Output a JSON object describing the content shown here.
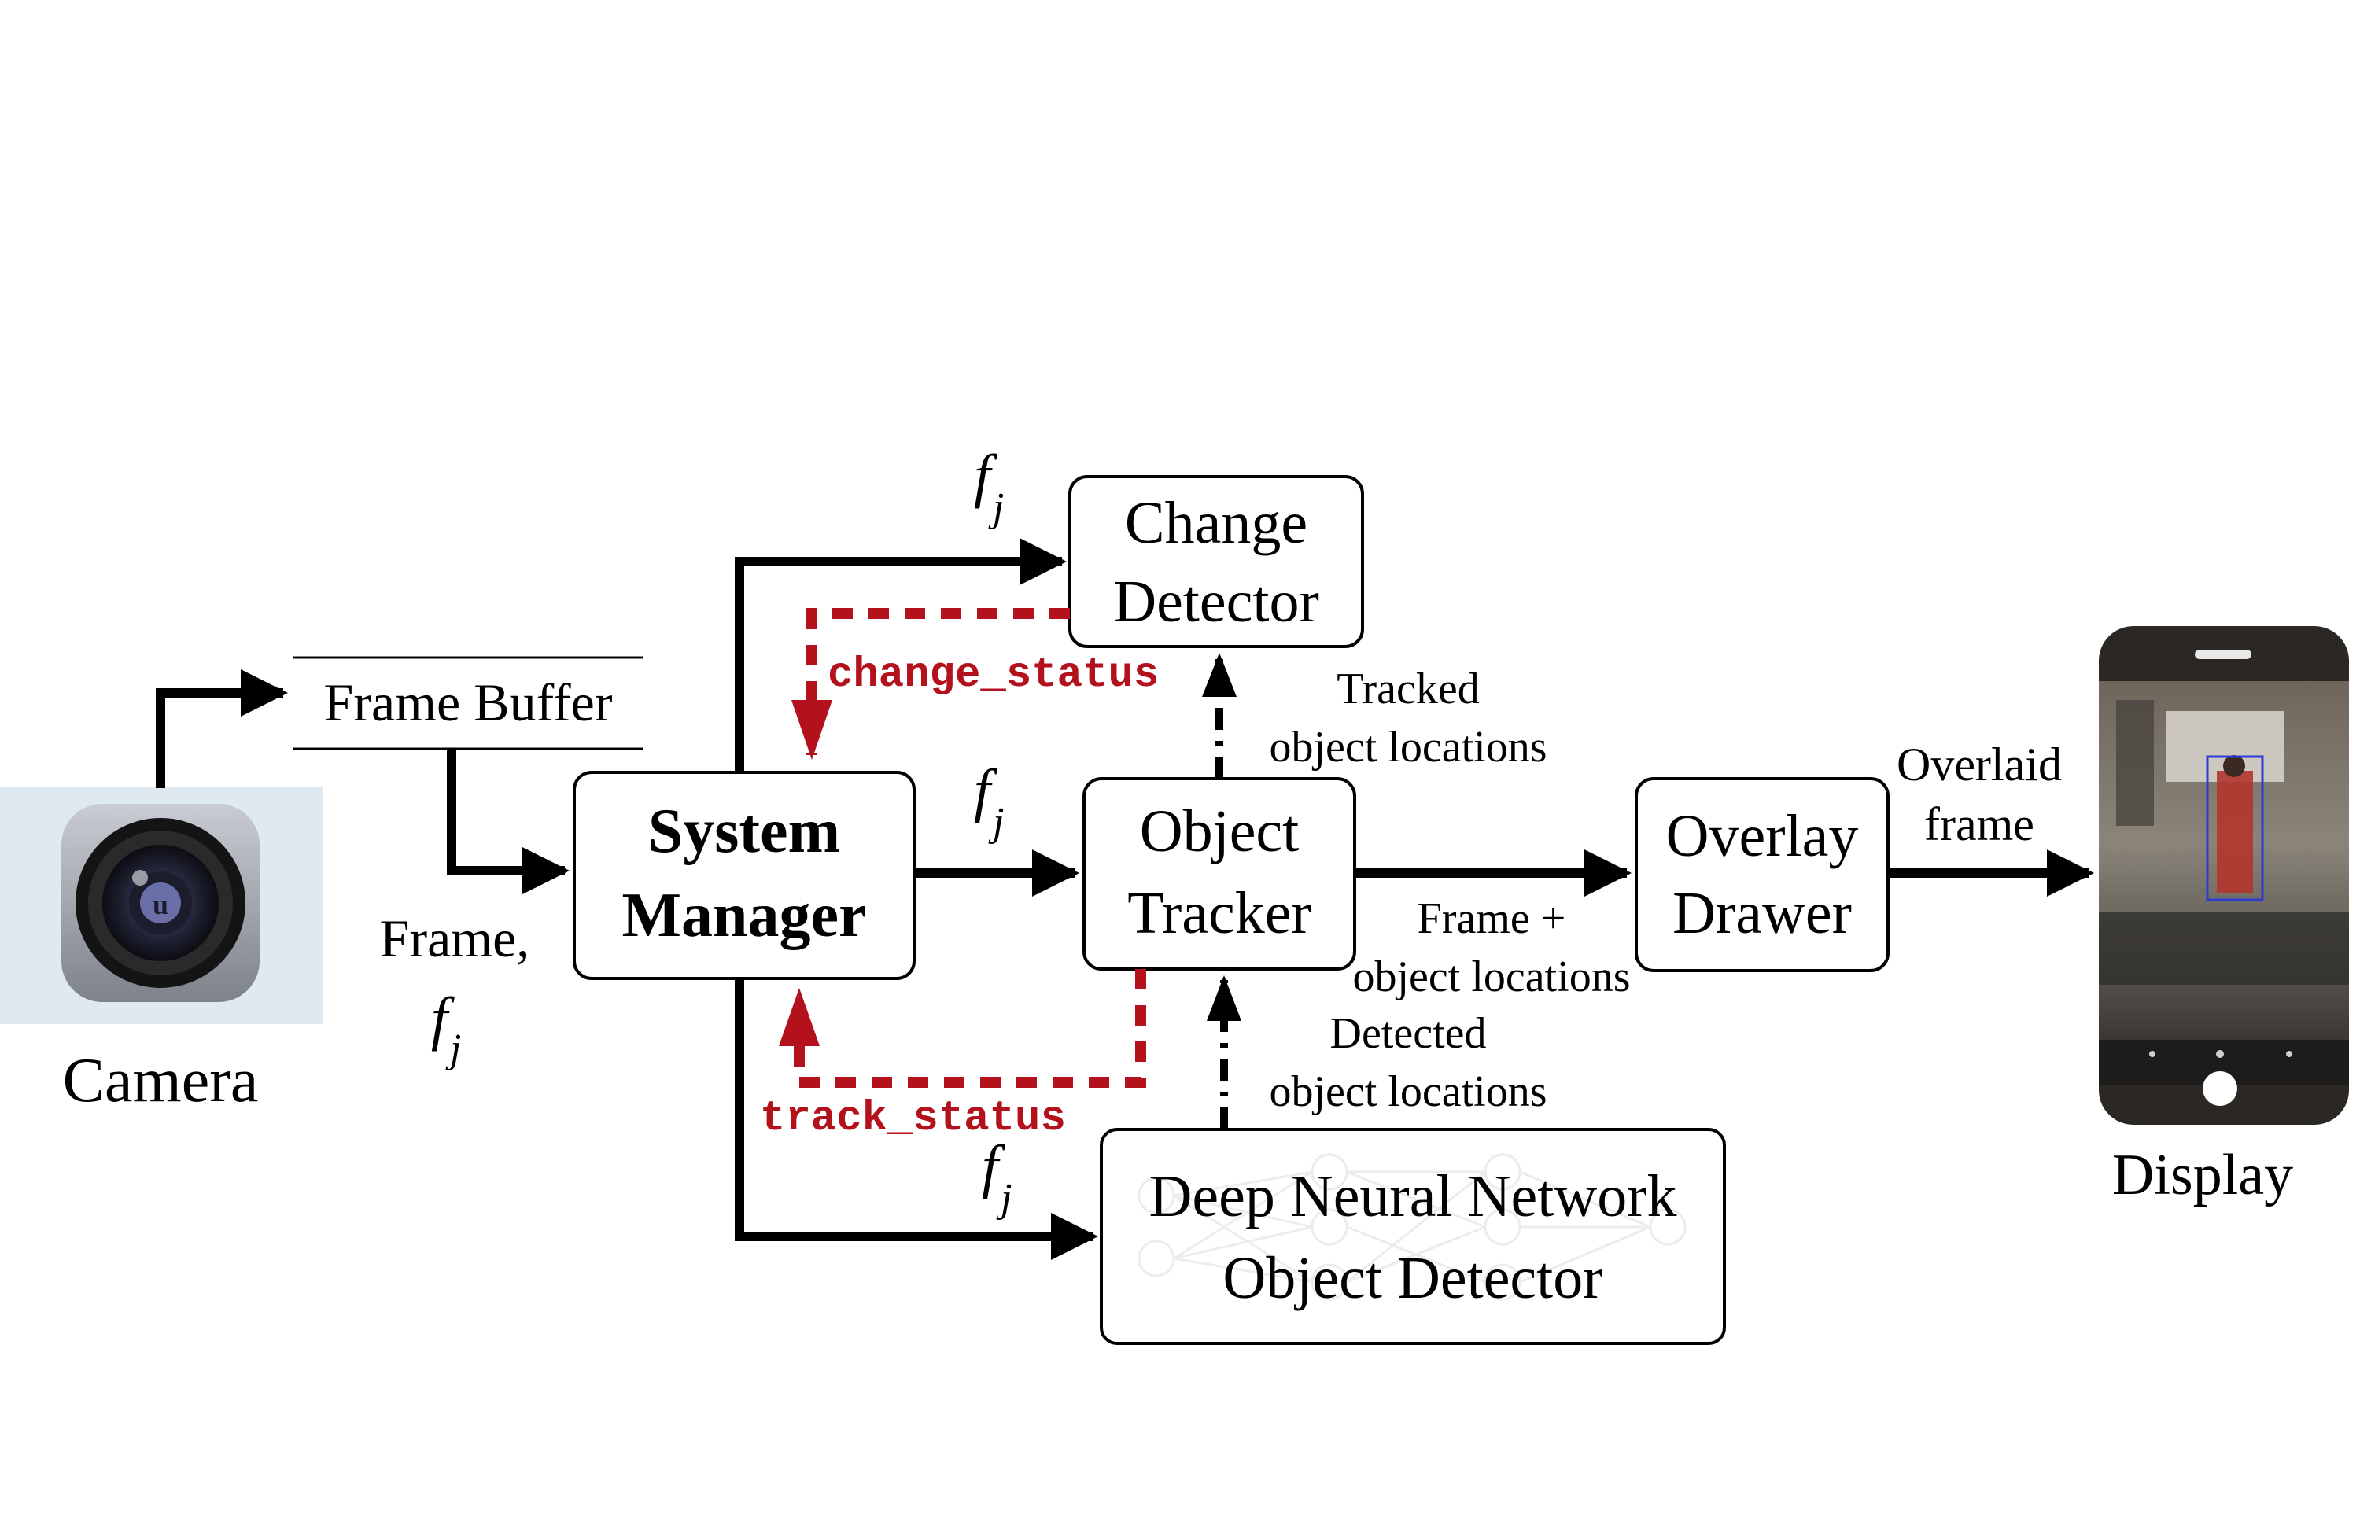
{
  "camera": {
    "label": "Camera",
    "icon": "camera-lens-icon"
  },
  "frame_buffer": {
    "label": "Frame Buffer"
  },
  "frame_input_label": {
    "line1": "Frame,",
    "symbol": "f",
    "subscript": "j"
  },
  "system_manager": {
    "line1": "System",
    "line2": "Manager"
  },
  "change_detector": {
    "line1": "Change",
    "line2": "Detector"
  },
  "object_tracker": {
    "line1": "Object",
    "line2": "Tracker"
  },
  "dnn_detector": {
    "line1": "Deep Neural Network",
    "line2": "Object Detector"
  },
  "overlay_drawer": {
    "line1": "Overlay",
    "line2": "Drawer"
  },
  "display": {
    "label": "Display",
    "icon": "smartphone-icon"
  },
  "frame_symbol": {
    "symbol": "f",
    "subscript": "j"
  },
  "signals": {
    "change_status": "change_status",
    "track_status": "track_status"
  },
  "edge_labels": {
    "tracked_line1": "Tracked",
    "tracked_line2": "object locations",
    "frame_plus_line1": "Frame +",
    "frame_plus_line2": "object locations",
    "detected_line1": "Detected",
    "detected_line2": "object locations",
    "overlaid_line1": "Overlaid",
    "overlaid_line2": "frame"
  },
  "colors": {
    "ink": "#000000",
    "status": "#b3121c"
  }
}
